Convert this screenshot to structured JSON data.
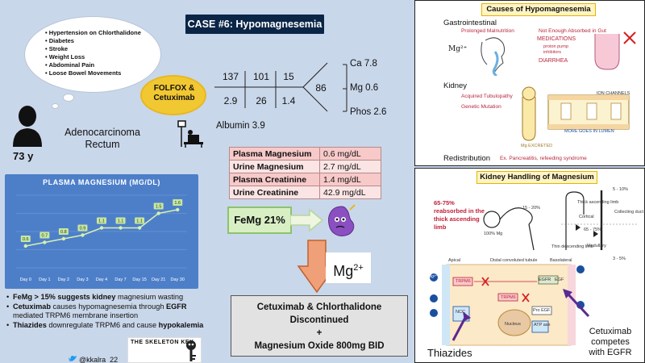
{
  "case_title": "CASE #6: Hypomagnesemia",
  "thought_bubble": {
    "items": [
      "Hypertension on Chlorthalidone",
      "Diabetes",
      "Stroke",
      "Weight Loss",
      "Abdominal Pain",
      "Loose Bowel Movements"
    ]
  },
  "patient": {
    "age": "73 y",
    "diagnosis_line1": "Adenocarcinoma",
    "diagnosis_line2": "Rectum"
  },
  "treatment_badge": {
    "line1": "FOLFOX &",
    "line2": "Cetuximab"
  },
  "labs": {
    "row1": [
      "137",
      "101",
      "15"
    ],
    "row2": [
      "2.9",
      "26",
      "1.4"
    ],
    "glucose": "86",
    "ca": "Ca 7.8",
    "mg": "Mg 0.6",
    "phos": "Phos 2.6",
    "albumin": "Albumin 3.9"
  },
  "lab_table": [
    {
      "label": "Plasma Magnesium",
      "value": "0.6 mg/dL"
    },
    {
      "label": "Urine Magnesium",
      "value": "2.7 mg/dL"
    },
    {
      "label": "Plasma Creatinine",
      "value": "1.4 mg/dL"
    },
    {
      "label": "Urine Creatinine",
      "value": "42.9 mg/dL"
    }
  ],
  "femg": "FeMg 21%",
  "mg_label": "Mg",
  "mg_sup": "2+",
  "plan": {
    "line1": "Cetuximab & Chlorthalidone",
    "line2": "Discontinued",
    "line3": "+",
    "line4": "Magnesium Oxide 800mg BID"
  },
  "chart_data": {
    "type": "line",
    "title": "PLASMA MAGNESIUM (MG/DL)",
    "categories": [
      "Day 0",
      "Day 1",
      "Day 2",
      "Day 3",
      "Day 4",
      "Day 7",
      "Day 15",
      "Day 21",
      "Day 30"
    ],
    "values": [
      0.6,
      0.7,
      0.8,
      0.9,
      1.1,
      1.1,
      1.1,
      1.5,
      1.6
    ],
    "value_labels": [
      "0.6",
      "0.7",
      "0.8",
      "0.9",
      "1.1",
      "1.1",
      "1.1",
      "1.5",
      "1.6"
    ],
    "ylim": [
      0,
      2
    ],
    "grid": true,
    "colors": {
      "background": "#4d7fc9",
      "line": "#d7f0b0",
      "marker": "#d7f0b0",
      "label_bg": "#c8e6a0"
    }
  },
  "summary": [
    {
      "pre": "FeMg > 15% suggests ",
      "bold": "kidney",
      "post": " magnesium wasting",
      "lead_bold": true
    },
    {
      "pre": "Cetuximab",
      "mid": " causes hypomagnesemia through ",
      "bold": "EGFR",
      "post": " mediated TRPM6 membrane insertion"
    },
    {
      "pre": "Thiazides",
      "mid": " downregulate TRPM6 and cause ",
      "bold": "hypokalemia",
      "post": ""
    }
  ],
  "social": {
    "handle": "@kkalra_22",
    "brand": "THE SKELETON KEY"
  },
  "causes_panel": {
    "title": "Causes of Hypomagnesemia",
    "gi_heading": "Gastrointestinal",
    "gi_item1": "Prolonged Malnutrition",
    "gi_item2": "Not Enough Absorbed in Gut",
    "gi_meds": "MEDICATIONS",
    "gi_meds_sub1": "proton pump",
    "gi_meds_sub2": "inhibitors",
    "gi_diarrhea": "DIARRHEA",
    "gi_ion": "Mg²⁺",
    "kidney_heading": "Kidney",
    "kidney_item1": "Acquired Tubulopathy",
    "kidney_item2": "Genetic Mutation",
    "kidney_lumen": "MORE GOES IN LUMEN",
    "kidney_excreted": "Mg EXCRETED",
    "kidney_channels": "ION CHANNELS",
    "redistribution_heading": "Redistribution",
    "redistribution_item": "Ex. Pancreatitis, refeeding syndrome"
  },
  "handling_panel": {
    "title": "Kidney Handling of Magnesium",
    "reabsorption": "65-75% reabsorbed in the thick ascending limb",
    "pct_pt": "15 - 20%",
    "pct_tal": "65 - 75%",
    "pct_dct": "5 - 10%",
    "pct_cd": "3 - 5%",
    "filtered": "100% Mg",
    "cortical": "Cortical",
    "medullary": "Medullary",
    "thick_limb": "Thick ascending limb",
    "thin_limb": "Thin descending limb",
    "collecting": "Collecting duct",
    "apical": "Apical",
    "dct": "Distal convoluted tubule",
    "basolateral": "Basolateral",
    "trpm6": "TRPM6",
    "egfr": "EGFR",
    "egf": "EGF",
    "pro_egf": "Pro EGF",
    "ncc": "NCC",
    "nucleus": "Nucleus",
    "atpase": "ATP ase",
    "mg_ion": "Mg²⁺",
    "thiazides": "Thiazides",
    "cetux_line1": "Cetuximab",
    "cetux_line2": "competes",
    "cetux_line3": "with EGFR"
  }
}
